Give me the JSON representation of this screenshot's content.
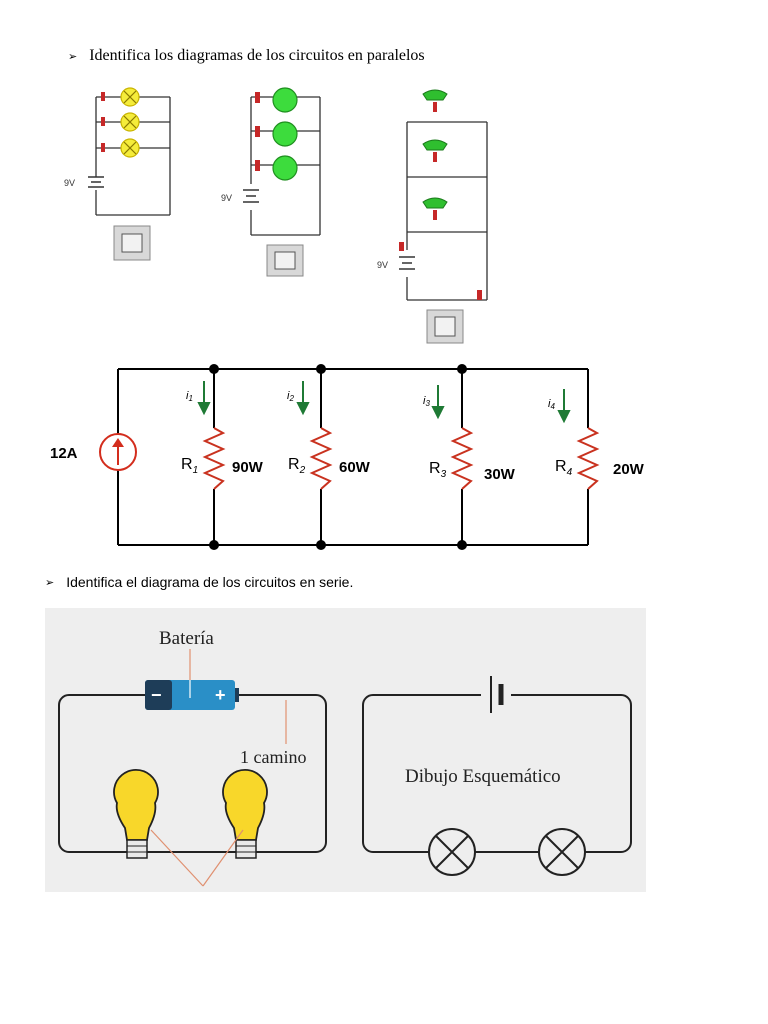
{
  "bullets": {
    "parallel_heading": "Identifica los diagramas de los circuitos en paralelos",
    "series_heading": "Identifica el diagrama de los circuitos en serie.",
    "marker": "➢"
  },
  "sim_circuits": {
    "battery_label": "9V",
    "circuits": [
      {
        "lamp_color": "#f5ec3a",
        "lamp_count": 3
      },
      {
        "lamp_color": "#3ddc3d",
        "lamp_count": 3
      },
      {
        "lamp_color": "#2fbf2f",
        "lamp_count": 3
      }
    ]
  },
  "parallel_diagram": {
    "source_label": "12A",
    "branches": [
      {
        "current": "i",
        "current_sub": "1",
        "resistor": "R",
        "resistor_sub": "1",
        "power": "90W"
      },
      {
        "current": "i",
        "current_sub": "2",
        "resistor": "R",
        "resistor_sub": "2",
        "power": "60W"
      },
      {
        "current": "i",
        "current_sub": "3",
        "resistor": "R",
        "resistor_sub": "3",
        "power": "30W"
      },
      {
        "current": "i",
        "current_sub": "4",
        "resistor": "R",
        "resistor_sub": "4",
        "power": "20W"
      }
    ],
    "colors": {
      "wire": "#000000",
      "source": "#d32d1d",
      "resistor": "#c9321f",
      "arrow": "#1f7a35"
    }
  },
  "series_figure": {
    "battery_label": "Batería",
    "battery_minus": "−",
    "battery_plus": "+",
    "path_label": "1 camino",
    "schematic_label": "Dibujo Esquemático",
    "colors": {
      "panel": "#eeeeee",
      "battery_dark": "#1e3d58",
      "battery_light": "#2a8fc7",
      "bulb": "#f8d72a",
      "pointer": "#e09070"
    }
  }
}
